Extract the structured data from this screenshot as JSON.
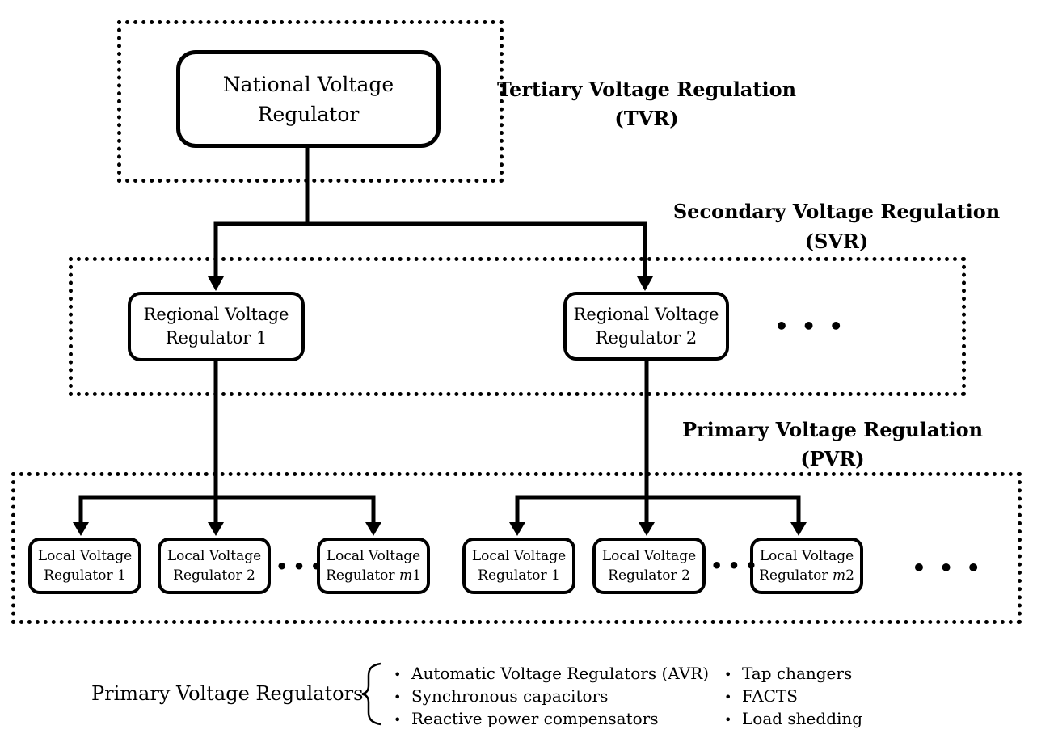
{
  "diagram": {
    "levels": {
      "tvr": {
        "line1": "Tertiary Voltage Regulation",
        "line2": "(TVR)"
      },
      "svr": {
        "line1": "Secondary Voltage Regulation",
        "line2": "(SVR)"
      },
      "pvr": {
        "line1": "Primary Voltage Regulation",
        "line2": "(PVR)"
      }
    },
    "nodes": {
      "national": {
        "line1": "National Voltage",
        "line2": "Regulator"
      },
      "regional_1": {
        "line1": "Regional Voltage",
        "line2": "Regulator 1"
      },
      "regional_2": {
        "line1": "Regional Voltage",
        "line2": "Regulator 2"
      },
      "local_1a": {
        "line1": "Local Voltage",
        "line2": "Regulator 1"
      },
      "local_2a": {
        "line1": "Local Voltage",
        "line2": "Regulator 2"
      },
      "local_m1": {
        "line1": "Local Voltage",
        "line2_prefix": "Regulator ",
        "line2_var": "m",
        "line2_suffix": "1"
      },
      "local_1b": {
        "line1": "Local Voltage",
        "line2": "Regulator 1"
      },
      "local_2b": {
        "line1": "Local Voltage",
        "line2": "Regulator 2"
      },
      "local_m2": {
        "line1": "Local Voltage",
        "line2_prefix": "Regulator ",
        "line2_var": "m",
        "line2_suffix": "2"
      }
    },
    "ellipsis_large": "• • •",
    "ellipsis_small": "•••"
  },
  "legend": {
    "title": "Primary Voltage Regulators",
    "bullet": "•",
    "column1": [
      "Automatic Voltage Regulators (AVR)",
      "Synchronous capacitors",
      "Reactive power compensators"
    ],
    "column2": [
      "Tap changers",
      "FACTS",
      "Load shedding"
    ]
  },
  "colors": {
    "ink": "#000000",
    "background": "#ffffff"
  }
}
